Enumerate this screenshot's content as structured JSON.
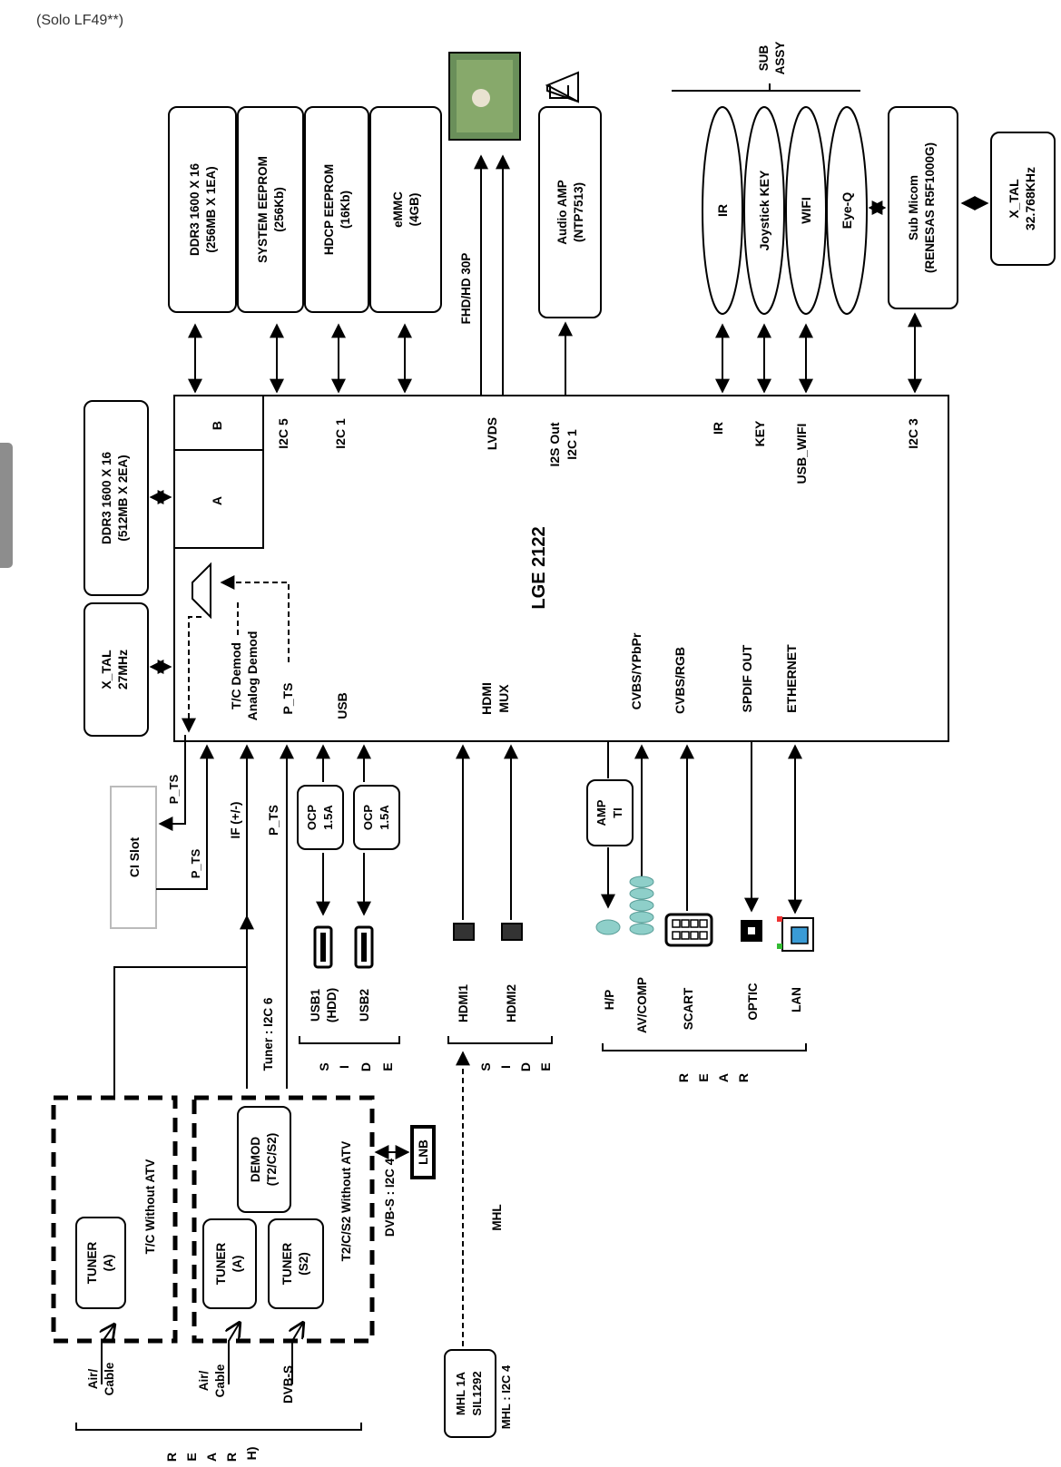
{
  "caption": "(Solo LF49**)",
  "soc": {
    "name": "LGE 2122",
    "part_a": "A",
    "part_b": "B",
    "ports_top": [
      "I2C 5",
      "I2C 1",
      "LVDS",
      "I2S Out",
      "I2C 1",
      "IR",
      "KEY",
      "USB_WIFI",
      "I2C 3"
    ],
    "ports_bottom": [
      "USB",
      "HDMI",
      "MUX",
      "CVBS/YPbPr",
      "CVBS/RGB",
      "SPDIF OUT",
      "ETHERNET"
    ],
    "demod_lines": [
      "T/C Demod",
      "Analog Demod",
      "P_TS"
    ]
  },
  "top_memory": [
    {
      "line1": "DDR3 1600 X 16",
      "line2": "(256MB X 1EA)"
    },
    {
      "line1": "SYSTEM EEPROM",
      "line2": "(256Kb)"
    },
    {
      "line1": "HDCP EEPROM",
      "line2": "(16Kb)"
    },
    {
      "line1": "eMMC",
      "line2": "(4GB)"
    }
  ],
  "ddr_a": {
    "line1": "DDR3 1600 X 16",
    "line2": "(512MB X 2EA)"
  },
  "xtal_main": {
    "line1": "X_TAL",
    "line2": "27MHz"
  },
  "video_out": "FHD/HD 30P",
  "audio_amp": {
    "line1": "Audio AMP",
    "line2": "(NTP7513)"
  },
  "sub_assy": {
    "label_1": "SUB",
    "label_2": "ASSY",
    "items": [
      "IR",
      "Joystick KEY",
      "WIFI",
      "Eye-Q"
    ]
  },
  "sub_micom": {
    "line1": "Sub Micom",
    "line2": "(RENESAS R5F1000G)"
  },
  "xtal_sub": {
    "line1": "X_TAL",
    "line2": "32.768KHz"
  },
  "ci_slot": {
    "name": "CI Slot",
    "p_ts_in": "P_TS",
    "p_ts_out": "P_TS"
  },
  "if_label": "IF (+/-)",
  "p_ts_label": "P_TS",
  "ocp": [
    {
      "line1": "OCP",
      "line2": "1.5A"
    },
    {
      "line1": "OCP",
      "line2": "1.5A"
    }
  ],
  "usb_ports": [
    {
      "line1": "USB1",
      "line2": "(HDD)"
    },
    {
      "line1": "USB2",
      "line2": ""
    }
  ],
  "side_letters": [
    "S",
    "I",
    "D",
    "E"
  ],
  "hdmi_ports": [
    "HDMI1",
    "HDMI2"
  ],
  "amp_ti": {
    "line1": "AMP",
    "line2": "TI"
  },
  "rear_ports": [
    "H/P",
    "AV/COMP",
    "SCART",
    "OPTIC",
    "LAN"
  ],
  "rear_letters": [
    "R",
    "E",
    "A",
    "R"
  ],
  "tuner_bus": "Tuner : I2C 6",
  "tuner_group_1": {
    "tuner": {
      "line1": "TUNER",
      "line2": "(A)"
    },
    "label": "T/C Without ATV"
  },
  "tuner_group_2": {
    "demod": {
      "line1": "DEMOD",
      "line2": "(T2/C/S2)"
    },
    "tuner_a": {
      "line1": "TUNER",
      "line2": "(A)"
    },
    "tuner_s2": {
      "line1": "TUNER",
      "line2": "(S2)"
    },
    "label": "T2/C/S2 Without ATV",
    "dvbs_bus": "DVB-S : I2C 4"
  },
  "lnb": "LNB",
  "mhl": {
    "label": "MHL",
    "chip_1": "MHL 1A",
    "chip_2": "SIL1292",
    "bus": "MHL : I2C 4"
  },
  "inputs": [
    {
      "line1": "Air/",
      "line2": "Cable"
    },
    {
      "line1": "Air/",
      "line2": "Cable"
    },
    {
      "line1": "DVB-S",
      "line2": ""
    }
  ],
  "rear_h_letters": [
    "R",
    "E",
    "A",
    "R",
    "H)"
  ]
}
